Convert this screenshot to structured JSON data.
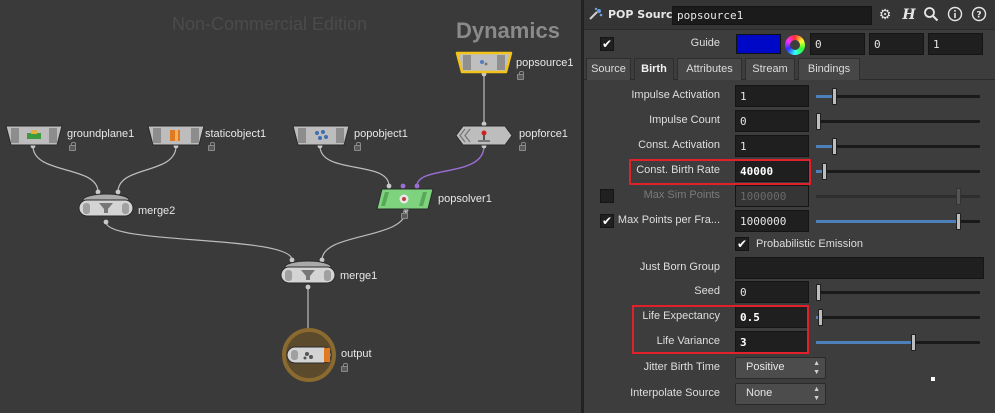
{
  "network": {
    "watermark": "Non-Commercial Edition",
    "context_label": "Dynamics",
    "nodes": {
      "popsource1": "popsource1",
      "groundplane1": "groundplane1",
      "staticobject1": "staticobject1",
      "popobject1": "popobject1",
      "popforce1": "popforce1",
      "merge2": "merge2",
      "popsolver1": "popsolver1",
      "merge1": "merge1",
      "output": "output"
    },
    "colors": {
      "wire": "#bdbdbd",
      "wire_purple": "#9b6fd6",
      "selected_outline": "#f2c318",
      "solver_body": "#7fd37f",
      "output_ring": "#8a6a2e"
    }
  },
  "params": {
    "node_type": "POP Source",
    "node_name": "popsource1",
    "header_icons": [
      "gear-icon",
      "help-h-icon",
      "search-icon",
      "info-icon",
      "help-icon"
    ],
    "guide": {
      "label": "Guide",
      "checked": true,
      "color_hex": "#0008c8",
      "values": [
        "0",
        "0",
        "1"
      ]
    },
    "tabs": [
      "Source",
      "Birth",
      "Attributes",
      "Stream",
      "Bindings"
    ],
    "active_tab": "Birth",
    "fields": {
      "impulse_activation": {
        "label": "Impulse Activation",
        "value": "1",
        "slider": 0.1
      },
      "impulse_count": {
        "label": "Impulse Count",
        "value": "0",
        "slider": 0.0
      },
      "const_activation": {
        "label": "Const. Activation",
        "value": "1",
        "slider": 0.1
      },
      "const_birth_rate": {
        "label": "Const. Birth Rate",
        "value": "40000",
        "slider": 0.04
      },
      "max_sim_points": {
        "label": "Max Sim Points",
        "value": "1000000",
        "enabled": false
      },
      "max_points_per_frame": {
        "label": "Max Points per Fra...",
        "value": "1000000",
        "checked": true,
        "slider": 0.88
      },
      "probabilistic_emission": {
        "label": "Probabilistic Emission",
        "checked": true
      },
      "just_born_group": {
        "label": "Just Born Group",
        "value": ""
      },
      "seed": {
        "label": "Seed",
        "value": "0",
        "slider": 0.0
      },
      "life_expectancy": {
        "label": "Life Expectancy",
        "value": "0.5",
        "slider": 0.01
      },
      "life_variance": {
        "label": "Life Variance",
        "value": "3",
        "slider": 0.6
      },
      "jitter_birth_time": {
        "label": "Jitter Birth Time",
        "value": "Positive"
      },
      "interpolate_source": {
        "label": "Interpolate Source",
        "value": "None"
      }
    },
    "highlight_color": "#e0202a"
  }
}
